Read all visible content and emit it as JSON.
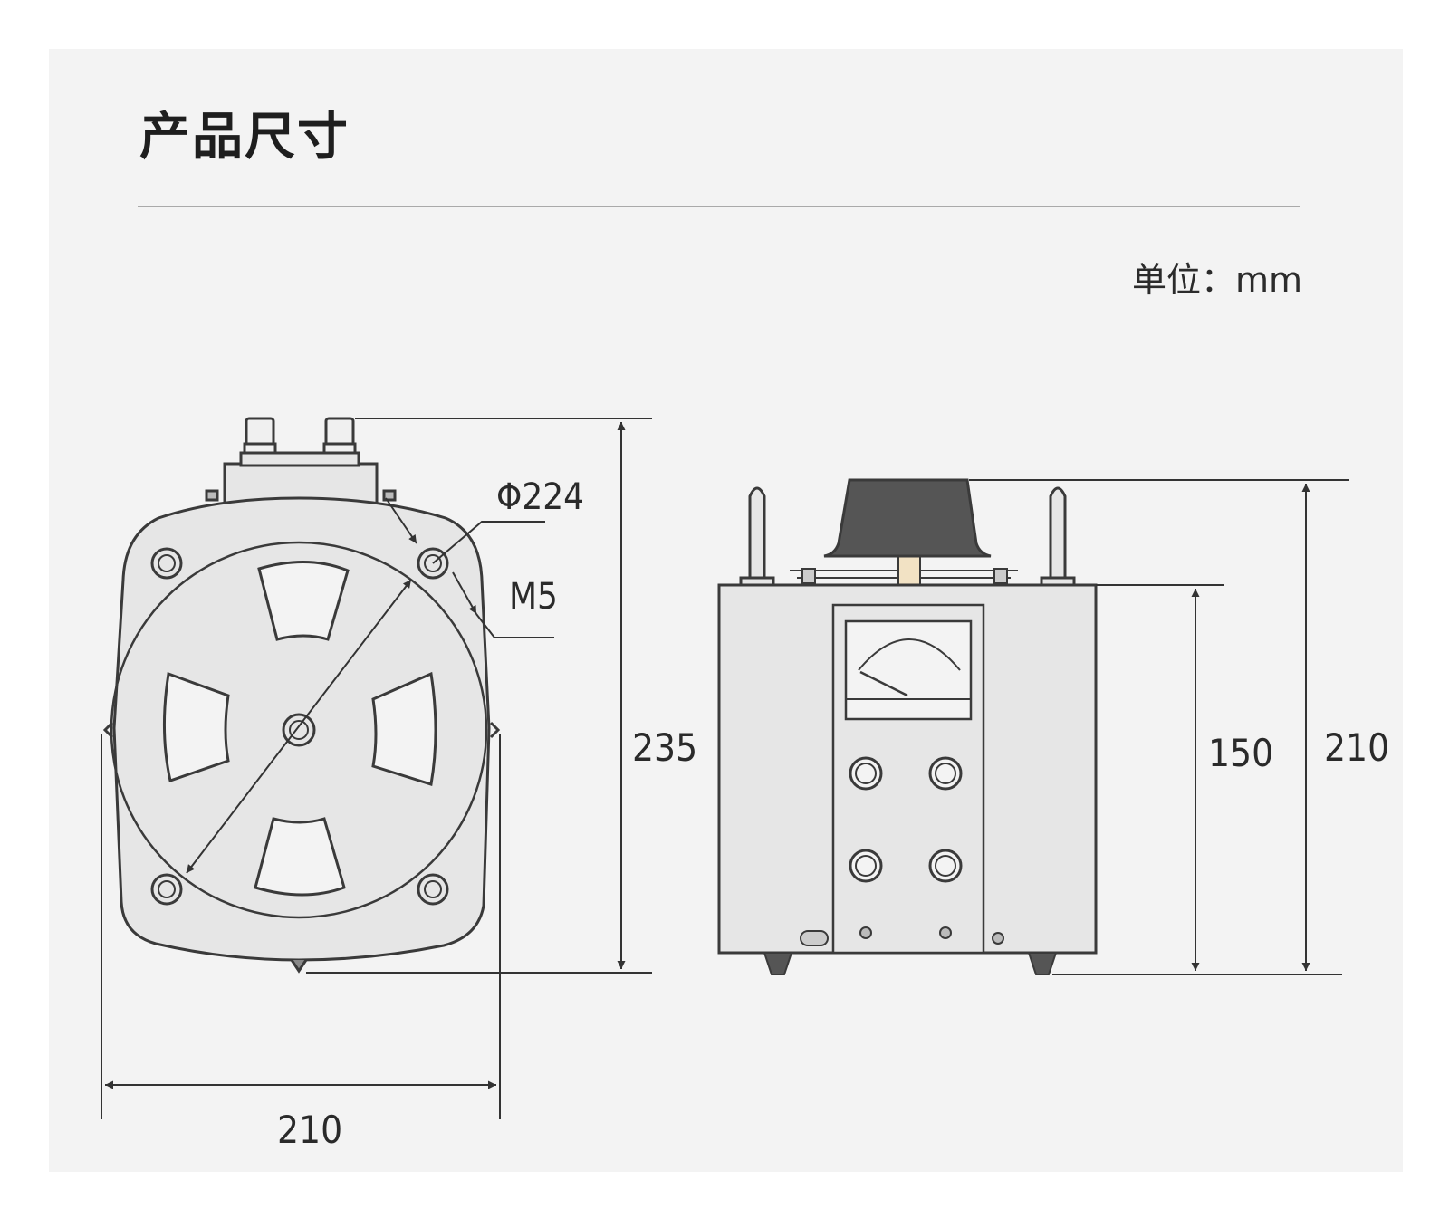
{
  "header": {
    "title": "产品尺寸",
    "unit_label": "单位：mm"
  },
  "front_view": {
    "diameter_label": "Φ224",
    "hole_label": "M5",
    "height_label": "235",
    "width_label": "210"
  },
  "side_view": {
    "body_height_label": "150",
    "total_height_label": "210"
  },
  "colors": {
    "line": "#3a3a3a",
    "body_fill": "#e6e6e6",
    "knob_fill": "#555555",
    "shaft_fill": "#f2e2c4"
  }
}
